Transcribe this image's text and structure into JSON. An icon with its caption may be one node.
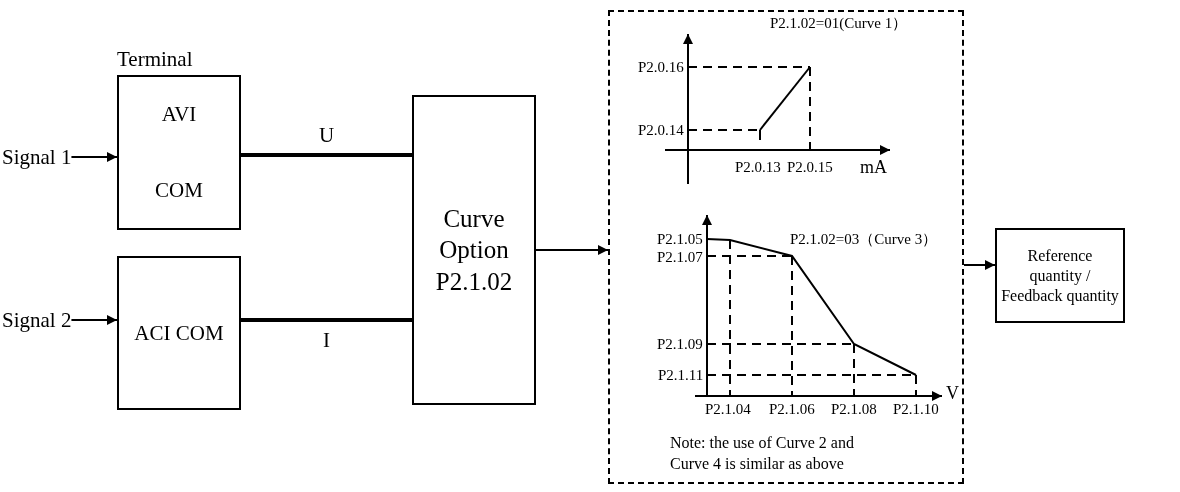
{
  "diagram": {
    "nodes": [
      {
        "text": [
          "Signal 1"
        ]
      },
      {
        "text": [
          "Terminal",
          "AVI",
          "COM"
        ]
      },
      {
        "text": [
          "Signal 2"
        ]
      },
      {
        "text": [
          "ACI COM"
        ]
      },
      {
        "text": [
          "Curve Option P2.1.02"
        ]
      },
      {
        "text": [
          "Note: the use of Curve 2 and Curve 4 is similar as above"
        ]
      },
      {
        "text": [
          "Reference quantity / Feedback quantity"
        ]
      }
    ],
    "edges": [
      {
        "from": 0,
        "to": 1,
        "arrow": "to"
      },
      {
        "from": 2,
        "to": 3,
        "arrow": "to"
      },
      {
        "from": 1,
        "to": 4,
        "arrow": "none",
        "label": "U",
        "style": "thick"
      },
      {
        "from": 3,
        "to": 4,
        "arrow": "none",
        "label": "I",
        "style": "thick"
      },
      {
        "from": 4,
        "to": 5,
        "arrow": "to"
      },
      {
        "from": 5,
        "to": 6,
        "arrow": "to"
      }
    ],
    "labels": [
      "P2.1.02=01(Curve 1）",
      "P2.0.16",
      "P2.0.14",
      "P2.0.13",
      "P2.0.15",
      "mA",
      "P2.1.05",
      "P2.1.02=03（Curve 3）",
      "P2.1.07",
      "P2.1.09",
      "P2.1.11",
      "P2.1.04",
      "P2.1.06",
      "P2.1.08",
      "P2.1.10",
      "V"
    ]
  }
}
